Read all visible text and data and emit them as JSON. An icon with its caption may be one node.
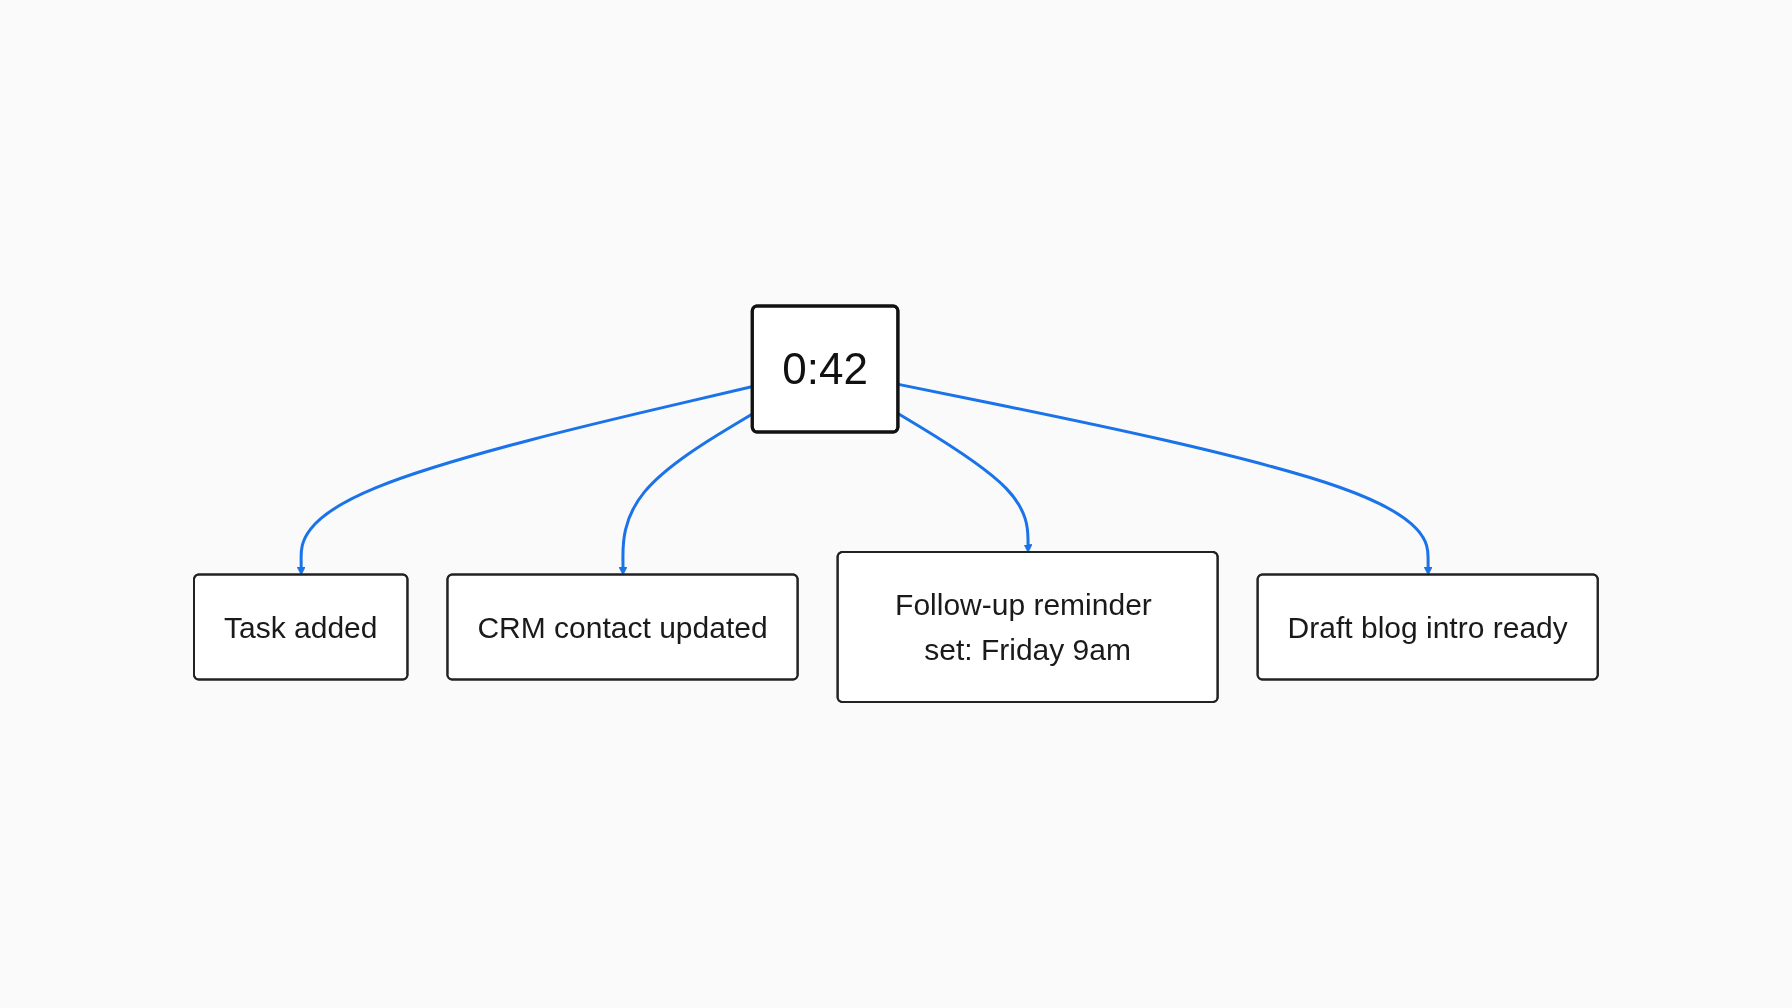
{
  "diagram": {
    "nodes": [
      {
        "text": [
          "0:42"
        ]
      },
      {
        "text": [
          "Task added"
        ]
      },
      {
        "text": [
          "CRM contact updated"
        ]
      },
      {
        "text": [
          "Follow-up reminder set: Friday 9am"
        ]
      },
      {
        "text": [
          "Draft blog intro ready"
        ]
      }
    ],
    "edges": [
      {
        "from": 0,
        "to": 1,
        "arrow": "to"
      },
      {
        "from": 0,
        "to": 2,
        "arrow": "to"
      },
      {
        "from": 0,
        "to": 3,
        "arrow": "to"
      },
      {
        "from": 0,
        "to": 4,
        "arrow": "to"
      }
    ]
  }
}
